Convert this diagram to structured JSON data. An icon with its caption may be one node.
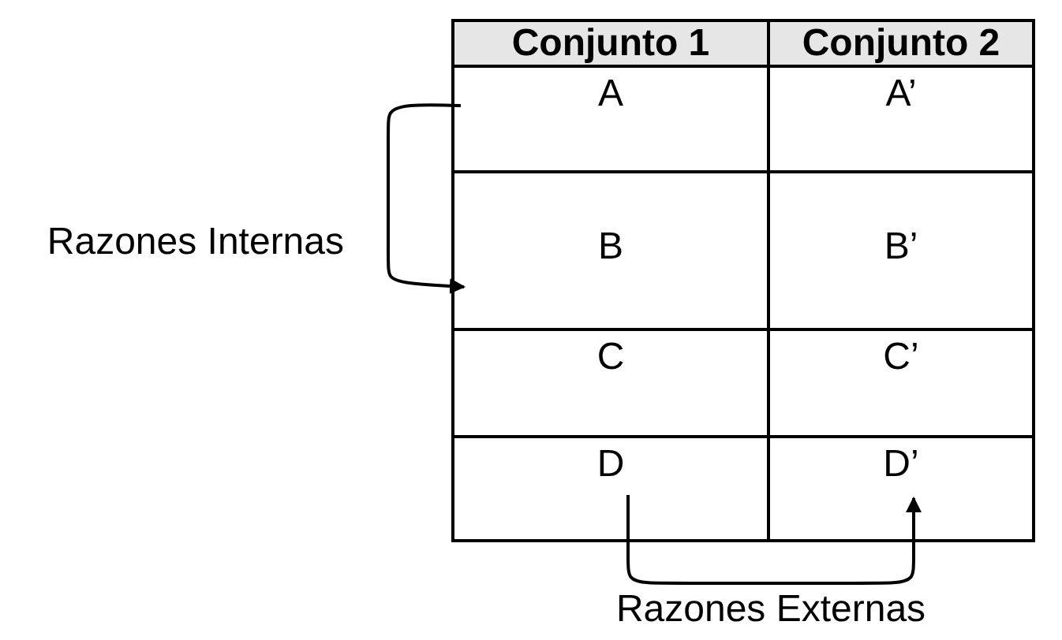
{
  "diagram": {
    "nodes": [
      {
        "text": [
          "Conjunto 1"
        ]
      },
      {
        "text": [
          "Conjunto 2"
        ]
      },
      {
        "text": [
          "A"
        ]
      },
      {
        "text": [
          "A’"
        ]
      },
      {
        "text": [
          "B"
        ]
      },
      {
        "text": [
          "B’"
        ]
      },
      {
        "text": [
          "C"
        ]
      },
      {
        "text": [
          "C’"
        ]
      },
      {
        "text": [
          "D"
        ]
      },
      {
        "text": [
          "D’"
        ]
      }
    ],
    "edges": [
      {
        "from": 2,
        "to": 4,
        "arrow": "to",
        "label": "Razones Internas"
      },
      {
        "from": 8,
        "to": 9,
        "arrow": "to",
        "label": "Razones Externas"
      }
    ]
  }
}
